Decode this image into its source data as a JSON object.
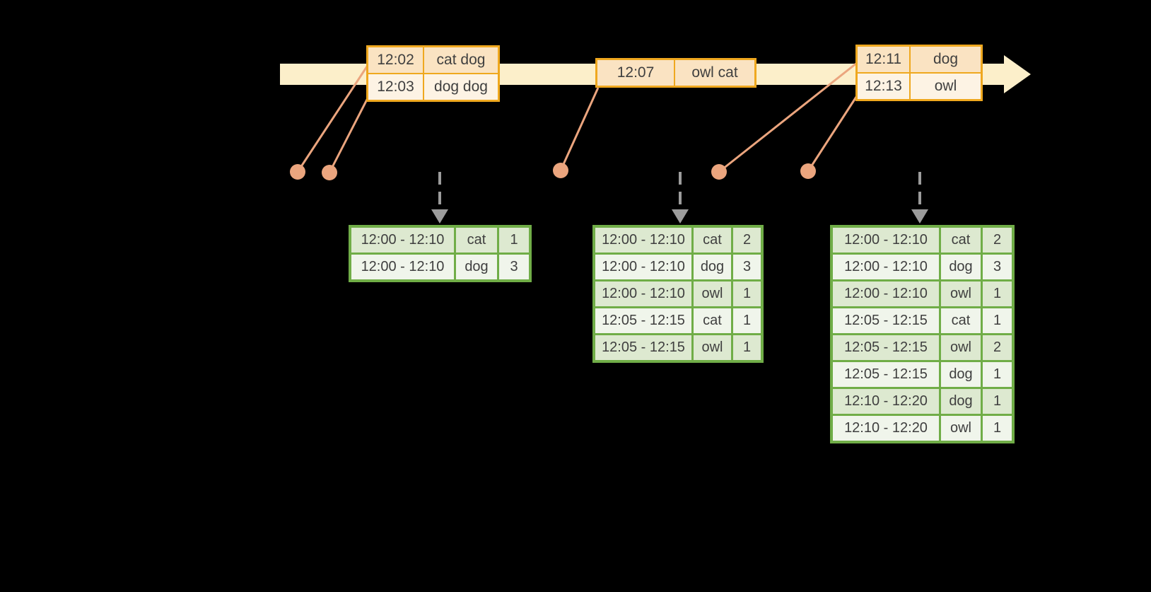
{
  "colors": {
    "background": "#000000",
    "timeline_band": "#FCEFCA",
    "event_table_border": "#EFA81F",
    "event_row_dark": "#FAE3C2",
    "event_row_light": "#FDF3E4",
    "arrival_dot": "#EBA57E",
    "result_table_border": "#70AD47",
    "result_row_dark": "#DDE9D0",
    "result_row_light": "#F0F5EB",
    "trigger_arrow": "#9C9C9C",
    "text": "#3F3F3F"
  },
  "event_tables": [
    {
      "rows": [
        {
          "time": "12:02",
          "words": "cat dog"
        },
        {
          "time": "12:03",
          "words": "dog dog"
        }
      ]
    },
    {
      "rows": [
        {
          "time": "12:07",
          "words": "owl cat"
        }
      ]
    },
    {
      "rows": [
        {
          "time": "12:11",
          "words": "dog"
        },
        {
          "time": "12:13",
          "words": "owl"
        }
      ]
    }
  ],
  "result_tables": [
    {
      "rows": [
        {
          "window": "12:00 - 12:10",
          "word": "cat",
          "count": "1"
        },
        {
          "window": "12:00 - 12:10",
          "word": "dog",
          "count": "3"
        }
      ]
    },
    {
      "rows": [
        {
          "window": "12:00 - 12:10",
          "word": "cat",
          "count": "2"
        },
        {
          "window": "12:00 - 12:10",
          "word": "dog",
          "count": "3"
        },
        {
          "window": "12:00 - 12:10",
          "word": "owl",
          "count": "1"
        },
        {
          "window": "12:05 - 12:15",
          "word": "cat",
          "count": "1"
        },
        {
          "window": "12:05 - 12:15",
          "word": "owl",
          "count": "1"
        }
      ]
    },
    {
      "rows": [
        {
          "window": "12:00 - 12:10",
          "word": "cat",
          "count": "2"
        },
        {
          "window": "12:00 - 12:10",
          "word": "dog",
          "count": "3"
        },
        {
          "window": "12:00 - 12:10",
          "word": "owl",
          "count": "1"
        },
        {
          "window": "12:05 - 12:15",
          "word": "cat",
          "count": "1"
        },
        {
          "window": "12:05 - 12:15",
          "word": "owl",
          "count": "2"
        },
        {
          "window": "12:05 - 12:15",
          "word": "dog",
          "count": "1"
        },
        {
          "window": "12:10 - 12:20",
          "word": "dog",
          "count": "1"
        },
        {
          "window": "12:10 - 12:20",
          "word": "owl",
          "count": "1"
        }
      ]
    }
  ]
}
